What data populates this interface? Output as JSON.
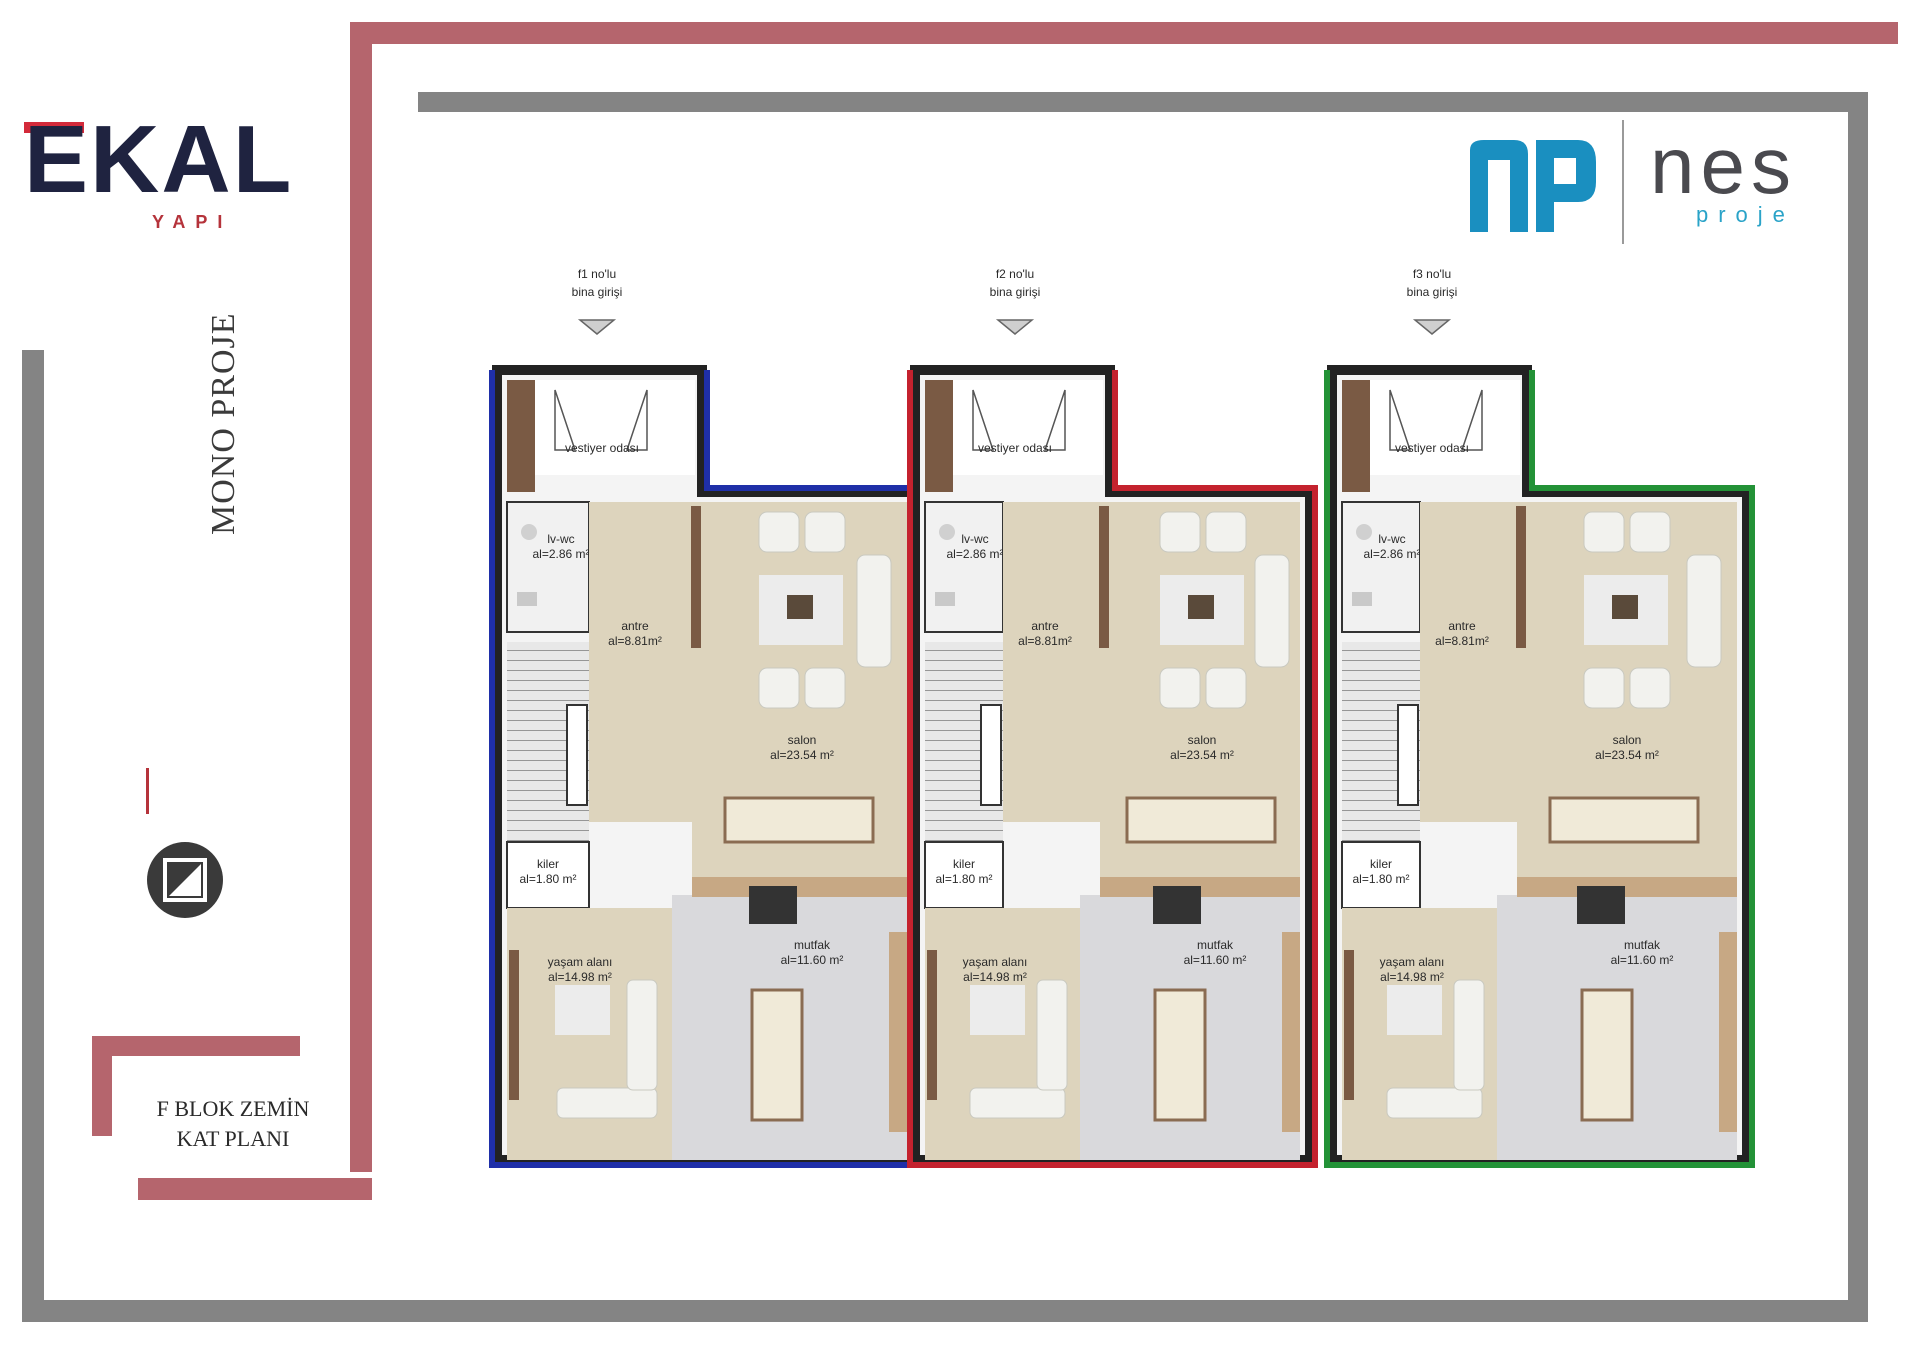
{
  "brand_left": {
    "name": "EKAL",
    "tagline": "YAPI"
  },
  "brand_right": {
    "mark": "NP",
    "name": "nes",
    "sub": "proje"
  },
  "side": {
    "vertical_text": "MONO PROJE"
  },
  "title_lines": [
    "F BLOK ZEMİN",
    "KAT PLANI"
  ],
  "colors": {
    "frame_red": "#b5656d",
    "frame_gray": "#848484",
    "unit1": "#1f2fa8",
    "unit2": "#c4222e",
    "unit3": "#239237"
  },
  "units": [
    {
      "entrance": "f1 no'lu bina girişi",
      "color": "#1f2fa8"
    },
    {
      "entrance": "f2 no'lu bina girişi",
      "color": "#c4222e"
    },
    {
      "entrance": "f3 no'lu bina girişi",
      "color": "#239237"
    }
  ],
  "rooms": [
    {
      "name": "vestiyer odası",
      "area": ""
    },
    {
      "name": "lv-wc",
      "area": "al=2.86 m²"
    },
    {
      "name": "antre",
      "area": "al=8.81m²"
    },
    {
      "name": "salon",
      "area": "al=23.54 m²"
    },
    {
      "name": "kiler",
      "area": "al=1.80 m²"
    },
    {
      "name": "mutfak",
      "area": "al=11.60 m²"
    },
    {
      "name": "yaşam alanı",
      "area": "al=14.98 m²"
    }
  ]
}
